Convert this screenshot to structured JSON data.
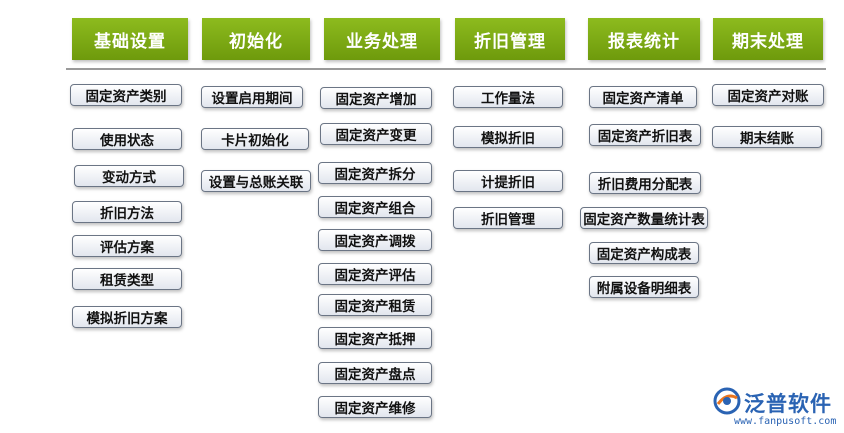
{
  "headers": [
    "基础设置",
    "初始化",
    "业务处理",
    "折旧管理",
    "报表统计",
    "期末处理"
  ],
  "columns": [
    [
      "固定资产类别",
      "使用状态",
      "变动方式",
      "折旧方法",
      "评估方案",
      "租赁类型",
      "模拟折旧方案"
    ],
    [
      "设置启用期间",
      "卡片初始化",
      "设置与总账关联"
    ],
    [
      "固定资产增加",
      "固定资产变更",
      "固定资产拆分",
      "固定资产组合",
      "固定资产调拨",
      "固定资产评估",
      "固定资产租赁",
      "固定资产抵押",
      "固定资产盘点",
      "固定资产维修"
    ],
    [
      "工作量法",
      "模拟折旧",
      "计提折旧",
      "折旧管理"
    ],
    [
      "固定资产清单",
      "固定资产折旧表",
      "折旧费用分配表",
      "固定资产数量统计表",
      "固定资产构成表",
      "附属设备明细表"
    ],
    [
      "固定资产对账",
      "期末结账"
    ]
  ],
  "logo": {
    "name": "泛普软件",
    "url": "www.fanpusoft.com",
    "color": "#2a63b3"
  },
  "colors": {
    "header_green": "#7aa814",
    "item_border": "#6b7585"
  }
}
